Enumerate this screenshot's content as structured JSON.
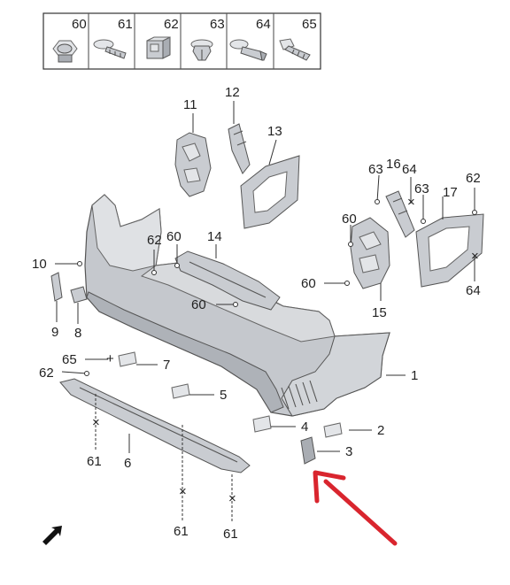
{
  "header_parts": [
    "60",
    "61",
    "62",
    "63",
    "64",
    "65"
  ],
  "callouts": {
    "c1": "1",
    "c2": "2",
    "c3": "3",
    "c4": "4",
    "c5": "5",
    "c6": "6",
    "c7": "7",
    "c8": "8",
    "c9": "9",
    "c10": "10",
    "c11": "11",
    "c12": "12",
    "c13": "13",
    "c14": "14",
    "c15": "15",
    "c16": "16",
    "c17": "17",
    "c60a": "60",
    "c60b": "60",
    "c60c": "60",
    "c60d": "60",
    "c61a": "61",
    "c61b": "61",
    "c61c": "61",
    "c62a": "62",
    "c62b": "62",
    "c62c": "62",
    "c63a": "63",
    "c63b": "63",
    "c64a": "64",
    "c64b": "64",
    "c65a": "65"
  },
  "colors": {
    "arrow": "#d9252e",
    "part_fill": "#c9ccd1",
    "part_stroke": "#555555"
  },
  "icons": [
    "nut-icon",
    "screw-icon",
    "clip-icon",
    "plug-icon",
    "rivet-icon",
    "bolt-icon",
    "orientation-arrow-icon",
    "highlight-arrow-icon"
  ]
}
